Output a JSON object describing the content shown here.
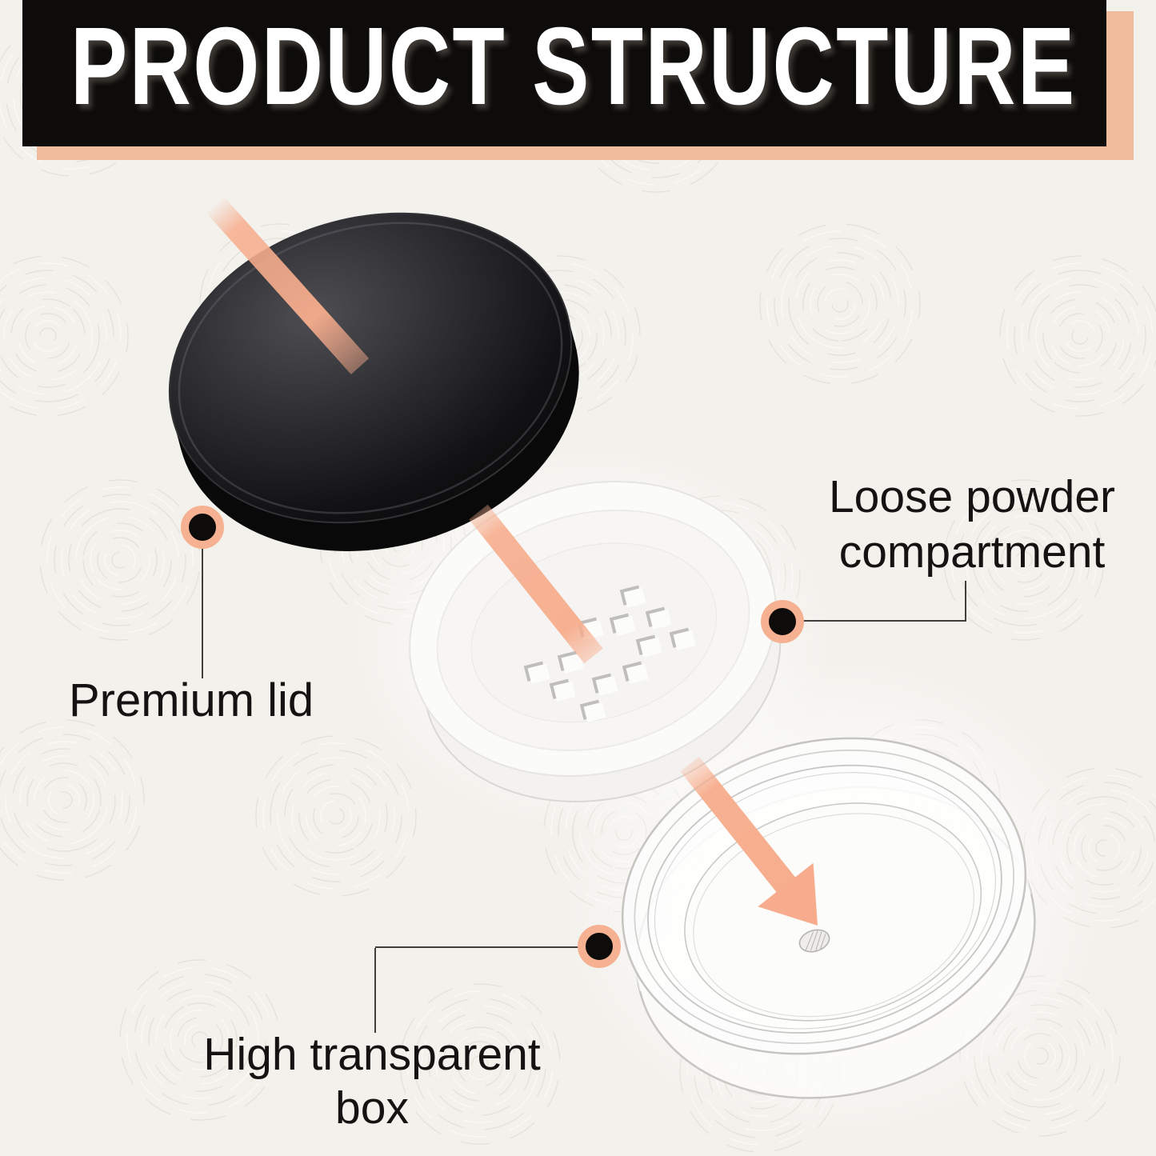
{
  "banner": {
    "title": "PRODUCT STRUCTURE"
  },
  "callouts": {
    "lid": {
      "label": "Premium lid"
    },
    "powder": {
      "label": "Loose powder\ncompartment"
    },
    "box": {
      "label": "High transparent\nbox"
    }
  },
  "colors": {
    "accent": "#f7ad8d",
    "accent_ring": "#f6b192",
    "banner_bg": "#0d0c0a",
    "banner_shadow": "#eebc9c",
    "text": "#141312",
    "background": "#f3f1ec",
    "connector": "#3f3e3c"
  }
}
